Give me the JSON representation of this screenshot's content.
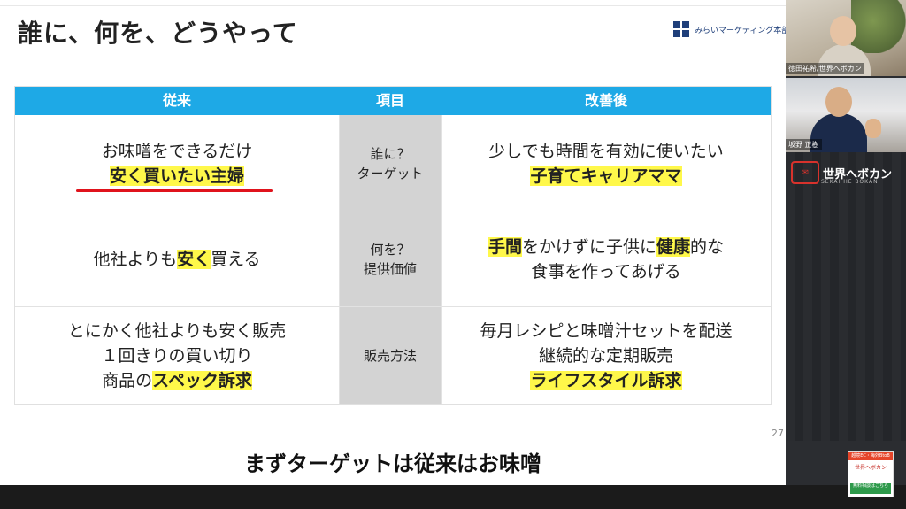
{
  "slide": {
    "title": "誰に、何を、どうやって",
    "company": "みらいマーケティング本部",
    "page_number": "27"
  },
  "table": {
    "headers": [
      "従来",
      "項目",
      "改善後"
    ],
    "rows": [
      {
        "before": [
          "お味噌をできるだけ",
          "安く買いたい主婦"
        ],
        "item": [
          "誰に？",
          "ターゲット"
        ],
        "after": [
          "少しでも時間を有効に使いたい",
          "子育てキャリアママ"
        ]
      },
      {
        "before": [
          "他社よりも",
          "安く",
          "買える"
        ],
        "item": [
          "何を？",
          "提供価値"
        ],
        "after": [
          "手間",
          "をかけずに子供に",
          "健康",
          "的な",
          "食事を作ってあげる"
        ]
      },
      {
        "before": [
          "とにかく他社よりも安く販売",
          "１回きりの買い切り",
          "商品の",
          "スペック訴求"
        ],
        "item": [
          "販売方法"
        ],
        "after": [
          "毎月レシピと味噌汁セットを配送",
          "継続的な定期販売",
          "ライフスタイル訴求"
        ]
      }
    ]
  },
  "subtitle": "まずターゲットは従来はお味噌",
  "sidebar": {
    "cam1_label": "徳田祐希/世界へボカン",
    "cam2_label": "坂野 正樹",
    "brand_name": "世界へボカン",
    "brand_sub": "SEKAI HE BOKAN",
    "promo_top": "越境EC・海外BtoB",
    "promo_mid": "世界へボカン",
    "promo_bottom": "無料相談はこちら"
  },
  "colors": {
    "header_blue": "#1ea9e6",
    "highlight_yellow": "#fff84a",
    "underline_red": "#e0131c",
    "middle_column_gray": "#d3d3d3"
  }
}
